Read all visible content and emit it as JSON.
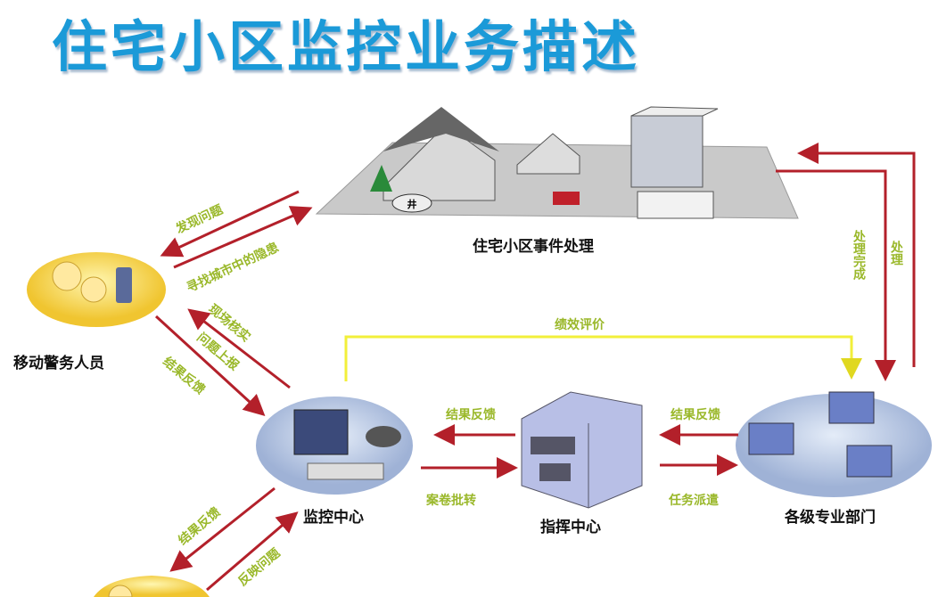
{
  "title": "住宅小区监控业务描述",
  "nodes": {
    "community": "住宅小区事件处理",
    "mobile_police": "移动警务人员",
    "monitor_center": "监控中心",
    "command_center": "指挥中心",
    "departments": "各级专业部门",
    "well_marker": "井"
  },
  "arrows": {
    "discover_problem": "发现问题",
    "find_hazards": "寻找城市中的隐患",
    "onsite_verify": "现场核实",
    "problem_report": "问题上报",
    "result_feedback_police": "结果反馈",
    "performance_eval": "绩效评价",
    "result_feedback_cmd": "结果反馈",
    "result_feedback_dept": "结果反馈",
    "case_transfer": "案卷批转",
    "task_dispatch": "任务派遣",
    "processing_done": "处理完成",
    "processing": "处理",
    "result_feedback_public": "结果反馈",
    "report_problem": "反映问题"
  },
  "colors": {
    "title": "#1b9ad8",
    "arrow": "#b3202a",
    "eval_line": "#f2ef3a",
    "label_green": "#9ab82a"
  }
}
